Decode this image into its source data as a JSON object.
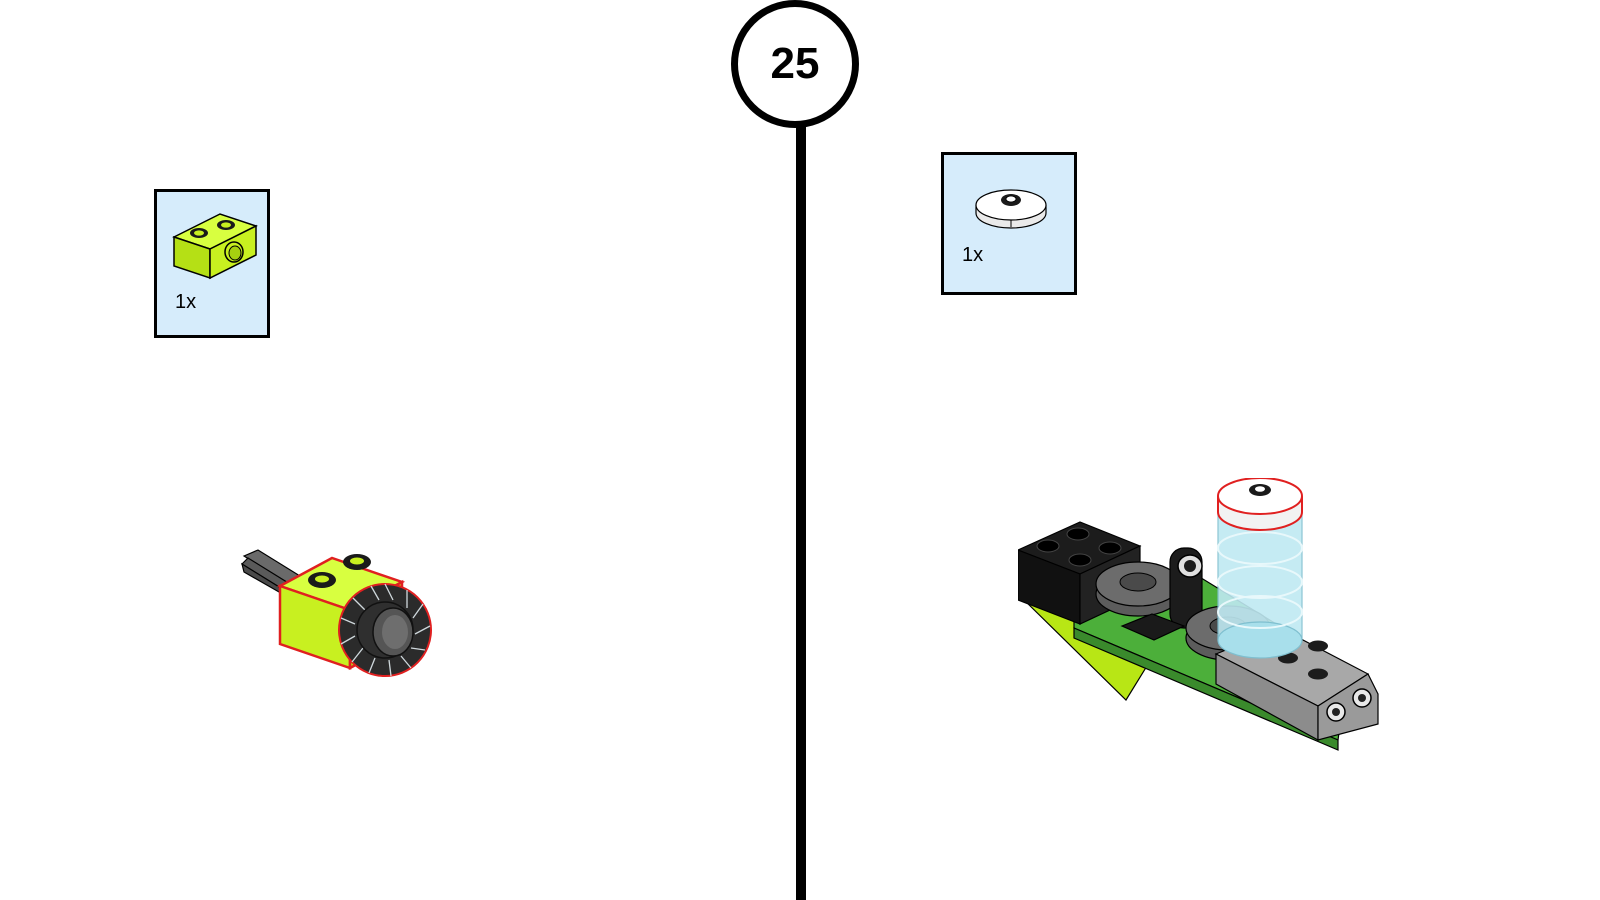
{
  "step": {
    "number": "25"
  },
  "left_parts": {
    "quantity": "1x",
    "part_icon": "lime-technic-brick-1x2-icon",
    "color": "#c8f020"
  },
  "right_parts": {
    "quantity": "1x",
    "part_icon": "white-round-tile-2x2-icon",
    "color": "#ffffff"
  },
  "left_assembly": {
    "icon": "axle-with-gear-and-brick-icon"
  },
  "right_assembly": {
    "icon": "vehicle-submodel-icon"
  },
  "colors": {
    "highlight": "#e02020",
    "lime": "#c8f020",
    "green": "#4caf3a",
    "dark": "#1c1c1c",
    "gray": "#8a8a8a",
    "trans_clear": "#bfe9f2"
  }
}
